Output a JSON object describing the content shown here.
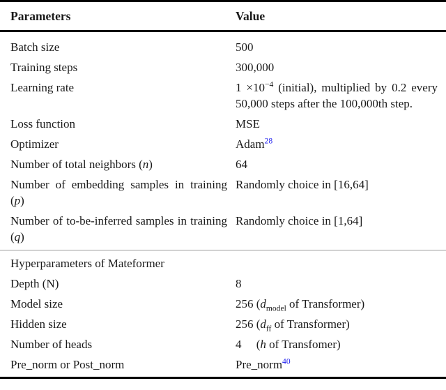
{
  "colors": {
    "citation_link": "#2020ee",
    "text": "#1a1a1a",
    "rule": "#000000",
    "section_divider": "#9a9a9a"
  },
  "table": {
    "headers": [
      "Parameters",
      "Value"
    ],
    "rows": [
      {
        "param": [
          {
            "t": "Batch size"
          }
        ],
        "value": [
          {
            "t": "500"
          }
        ]
      },
      {
        "param": [
          {
            "t": "Training steps"
          }
        ],
        "value": [
          {
            "t": "300,000"
          }
        ]
      },
      {
        "param": [
          {
            "t": "Learning rate"
          }
        ],
        "value": [
          {
            "t": "1 ×10"
          },
          {
            "t": "−4",
            "s": "sup"
          },
          {
            "t": " (initial), multiplied by 0.2 ev­ery 50,000 steps after the 100,000th step."
          }
        ]
      },
      {
        "param": [
          {
            "t": "Loss function"
          }
        ],
        "value": [
          {
            "t": "MSE"
          }
        ]
      },
      {
        "param": [
          {
            "t": "Optimizer"
          }
        ],
        "value": [
          {
            "t": "Adam"
          },
          {
            "t": "28",
            "s": "cite"
          }
        ]
      },
      {
        "param": [
          {
            "t": "Number of total neighbors ("
          },
          {
            "t": "n",
            "s": "i"
          },
          {
            "t": ")"
          }
        ],
        "value": [
          {
            "t": "64"
          }
        ]
      },
      {
        "param": [
          {
            "t": "Number of embedding samples in training ("
          },
          {
            "t": "p",
            "s": "i"
          },
          {
            "t": ")"
          }
        ],
        "value": [
          {
            "t": "Randomly choice in [16,64]"
          }
        ]
      },
      {
        "param": [
          {
            "t": "Number of to-be-inferred samples in training ("
          },
          {
            "t": "q",
            "s": "i"
          },
          {
            "t": ")"
          }
        ],
        "value": [
          {
            "t": "Randomly choice in [1,64]"
          }
        ]
      },
      {
        "section": "Hyperparameters of Mateformer"
      },
      {
        "param": [
          {
            "t": "Depth (N)"
          }
        ],
        "value": [
          {
            "t": "8"
          }
        ]
      },
      {
        "param": [
          {
            "t": "Model size"
          }
        ],
        "value": [
          {
            "t": "256 ("
          },
          {
            "t": "d",
            "s": "i"
          },
          {
            "t": "model",
            "s": "sub"
          },
          {
            "t": " of Transformer)"
          }
        ]
      },
      {
        "param": [
          {
            "t": "Hidden size"
          }
        ],
        "value": [
          {
            "t": "256 ("
          },
          {
            "t": "d",
            "s": "i"
          },
          {
            "t": "ff",
            "s": "sub"
          },
          {
            "t": " of Transformer)"
          }
        ]
      },
      {
        "param": [
          {
            "t": "Number of heads"
          }
        ],
        "value": [
          {
            "t": "4  ("
          },
          {
            "t": "h",
            "s": "i"
          },
          {
            "t": " of Transfomer)"
          }
        ]
      },
      {
        "param": [
          {
            "t": "Pre_norm or Post_norm"
          }
        ],
        "value": [
          {
            "t": "Pre_norm"
          },
          {
            "t": "40",
            "s": "cite"
          }
        ]
      }
    ]
  }
}
